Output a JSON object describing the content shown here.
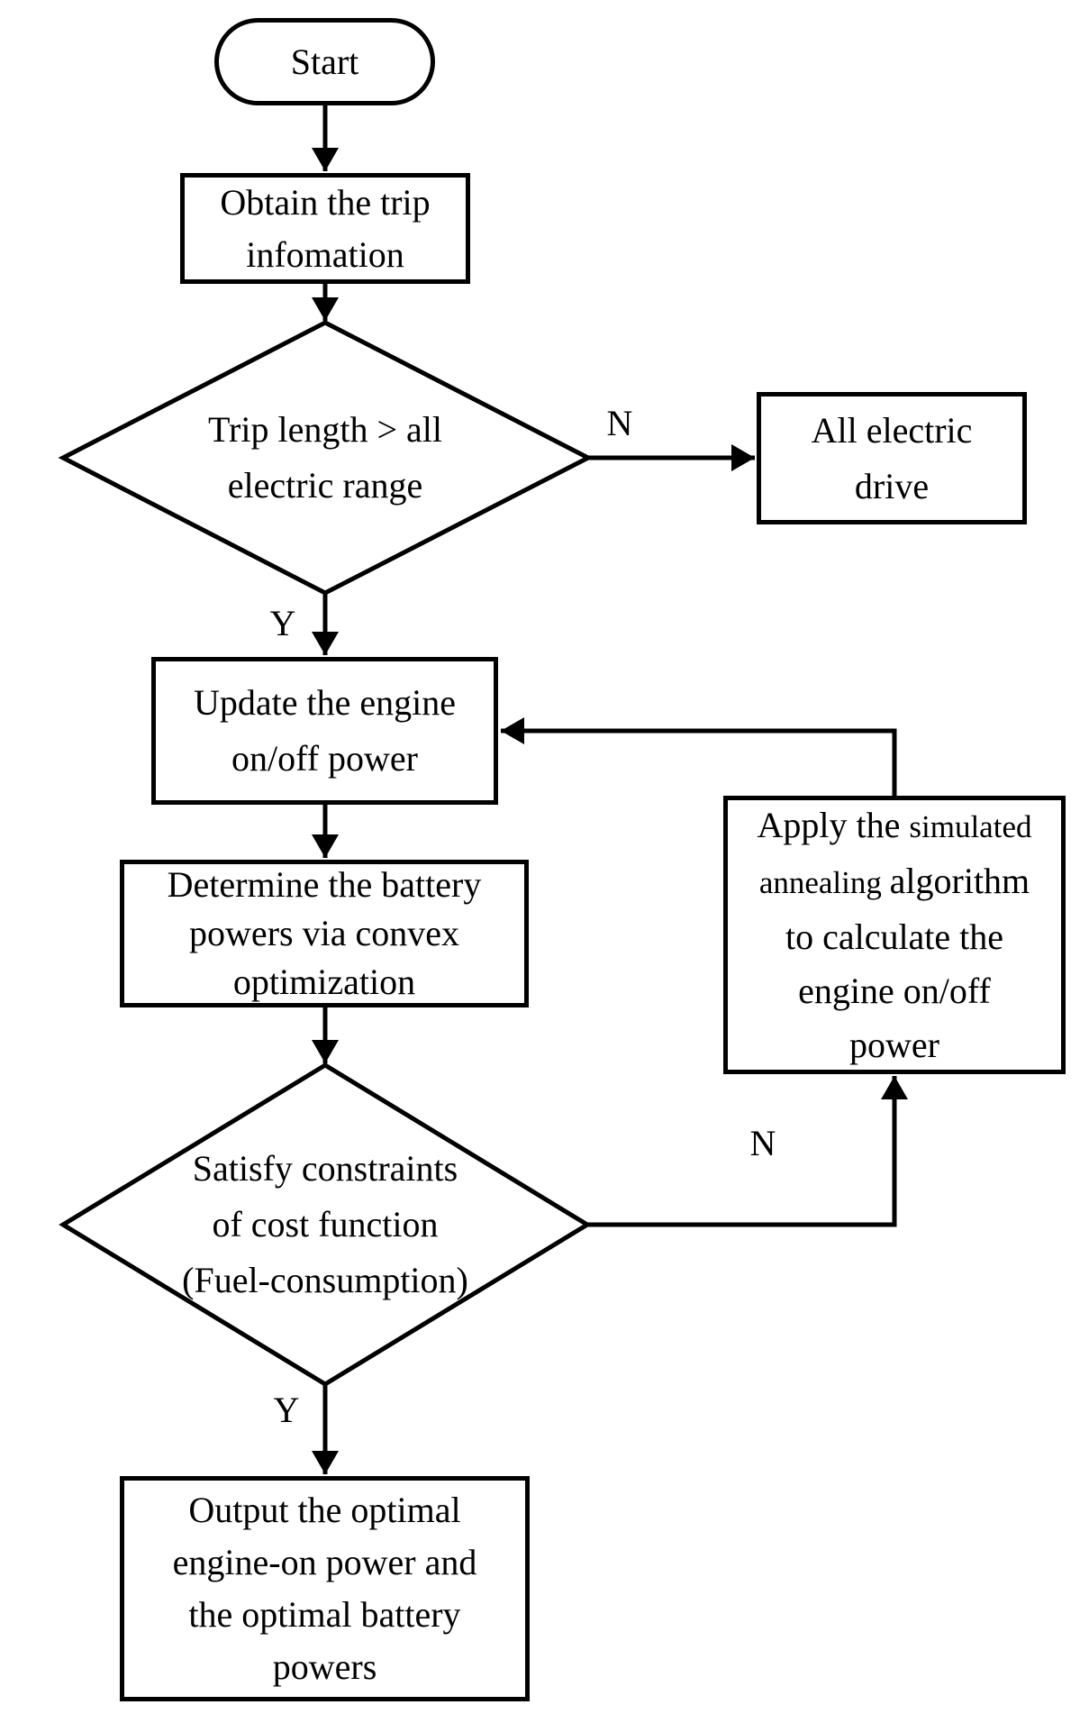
{
  "diagram": {
    "background": "#ffffff",
    "line_color": "#000000",
    "nodes": {
      "start": {
        "label": "Start"
      },
      "obtain_trip": {
        "lines": [
          "Obtain the trip",
          "infomation"
        ]
      },
      "trip_length_decision": {
        "lines": [
          "Trip length > all",
          "electric range"
        ]
      },
      "all_electric_drive": {
        "lines": [
          "All electric",
          "drive"
        ]
      },
      "update_engine": {
        "lines": [
          "Update the engine",
          "on/off power"
        ]
      },
      "determine_battery": {
        "lines": [
          "Determine the battery",
          "powers via convex",
          "optimization"
        ]
      },
      "satisfy_constraints_decision": {
        "lines": [
          "Satisfy constraints",
          "of cost function",
          "(Fuel-consumption)"
        ]
      },
      "apply_simulated_annealing": {
        "line1_normal": "Apply the ",
        "line1_small": "simulated",
        "line2_small": "annealing ",
        "line2_normal": "algorithm",
        "line3": "to calculate the",
        "line4": "engine on/off",
        "line5": "power"
      },
      "output_optimal": {
        "lines": [
          "Output the optimal",
          "engine-on power and",
          "the optimal battery",
          "powers"
        ]
      }
    },
    "edge_labels": {
      "trip_no": "N",
      "trip_yes": "Y",
      "satisfy_no": "N",
      "satisfy_yes": "Y"
    }
  }
}
